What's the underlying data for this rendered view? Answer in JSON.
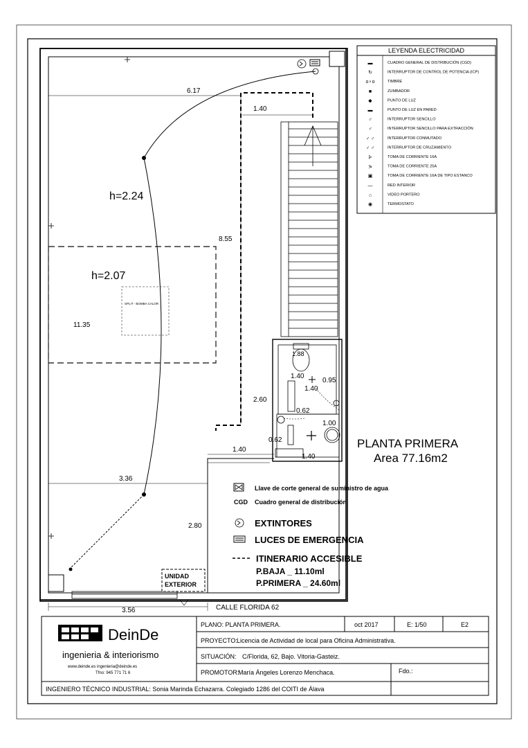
{
  "legend": {
    "title": "LEYENDA ELECTRICIDAD",
    "items": [
      {
        "icon": "cgd-panel-icon",
        "label": "CUADRO GENERAL DE DISTRIBUCIÓN (CGD)"
      },
      {
        "icon": "icp-switch-icon",
        "label": "INTERRUPTOR DE CONTROL DE POTENCIA (ICP)"
      },
      {
        "icon": "bell-icon",
        "label": "TIMBRE"
      },
      {
        "icon": "buzzer-icon",
        "label": "ZUMBADOR"
      },
      {
        "icon": "light-point-icon",
        "label": "PUNTO DE LUZ"
      },
      {
        "icon": "wall-light-icon",
        "label": "PUNTO DE LUZ EN PARED"
      },
      {
        "icon": "single-switch-icon",
        "label": "INTERRUPTOR SENCILLO"
      },
      {
        "icon": "extraction-switch-icon",
        "label": "INTERRUPTOR SENCILLO PARA EXTRACCIÓN"
      },
      {
        "icon": "two-way-switch-icon",
        "label": "INTERRUPTOR CONMUTADO"
      },
      {
        "icon": "cross-switch-icon",
        "label": "INTERRUPTOR DE CRUZAMIENTO"
      },
      {
        "icon": "socket-16a-icon",
        "label": "TOMA DE CORRIENTE 16A"
      },
      {
        "icon": "socket-25a-icon",
        "label": "TOMA DE CORRIENTE 25A"
      },
      {
        "icon": "sealed-socket-icon",
        "label": "TOMA DE CORRIENTE 16A DE TIPO ESTANCO"
      },
      {
        "icon": "line-icon",
        "label": "RED INTERIOR"
      },
      {
        "icon": "video-intercom-icon",
        "label": "VIDEO PORTERO"
      },
      {
        "icon": "thermostat-icon",
        "label": "TERMOSTATO"
      }
    ]
  },
  "plan": {
    "dims": {
      "d617": "6.17",
      "d140a": "1.40",
      "d855": "8.55",
      "d1135": "11.35",
      "d336": "3.36",
      "d260": "2.60",
      "d280": "2.80",
      "d356": "3.56",
      "d140b": "1.40",
      "d140c": "1.40",
      "d140d": "1.40",
      "d095": "0.95",
      "d062a": "0.62",
      "d062b": "0.62",
      "d100": "1.00"
    },
    "h1": "h=2.24",
    "h2": "h=2.07",
    "split_label": "SPLIT - BOMBA CALOR",
    "wc_label": "1.88",
    "title": "PLANTA PRIMERA",
    "area": "Area 77.16m2",
    "street": "CALLE FLORIDA 62",
    "outdoor_unit": [
      "UNIDAD",
      "EXTERIOR"
    ]
  },
  "notes": {
    "water_valve": "Llave de corte general de suministro de agua",
    "cgd_abbr": "CGD",
    "cgd": "Cuadro general de distribución",
    "extinguishers": "EXTINTORES",
    "emergency_lights": "LUCES DE EMERGENCIA",
    "route": "ITINERARIO ACCESIBLE",
    "pbaja": "P.BAJA _ 11.10ml",
    "pprimera": "P.PRIMERA _ 24.60ml"
  },
  "title_block": {
    "company": "DeinDe",
    "subtitle": "ingenieria & interiorismo",
    "web": "www.deinde.es    ingenieria@deinde.es",
    "phone": "Tfno: 945 771 71 6",
    "plano": "PLANO: PLANTA PRIMERA.",
    "date": "oct 2017",
    "scale": "E: 1/50",
    "code": "E2",
    "proyecto_label": "PROYECTO:",
    "proyecto": "Licencia de Actividad de local para Oficina Administrativa.",
    "situacion_label": "SITUACIÓN:",
    "situacion": "C/Florida, 62, Bajo. Vitoria-Gasteiz.",
    "promotor_label": "PROMOTOR:",
    "promotor": "María Ángeles Lorenzo Menchaca.",
    "fdo": "Fdo.:",
    "engineer": "INGENIERO TÉCNICO INDUSTRIAL: Sonia Marinda Echazarra. Colegiado 1286 del COITI de Álava"
  }
}
